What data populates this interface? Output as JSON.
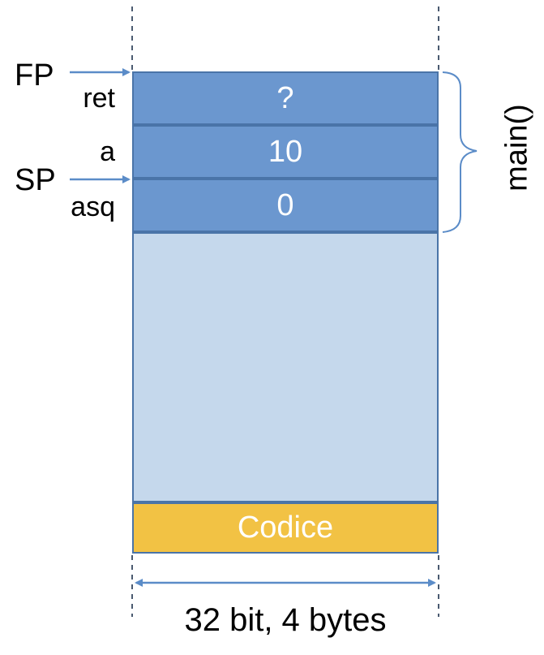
{
  "registers": {
    "fp": "FP",
    "sp": "SP"
  },
  "stack": [
    {
      "variable": "ret",
      "value": "?"
    },
    {
      "variable": "a",
      "value": "10"
    },
    {
      "variable": "asq",
      "value": "0"
    }
  ],
  "frame_label": "main()",
  "code_segment": "Codice",
  "width_label": "32 bit, 4 bytes",
  "colors": {
    "stack_cell": "#6b97cf",
    "free_memory": "#c5d8ec",
    "code_segment": "#f2c244",
    "arrow": "#5b8cc8"
  }
}
